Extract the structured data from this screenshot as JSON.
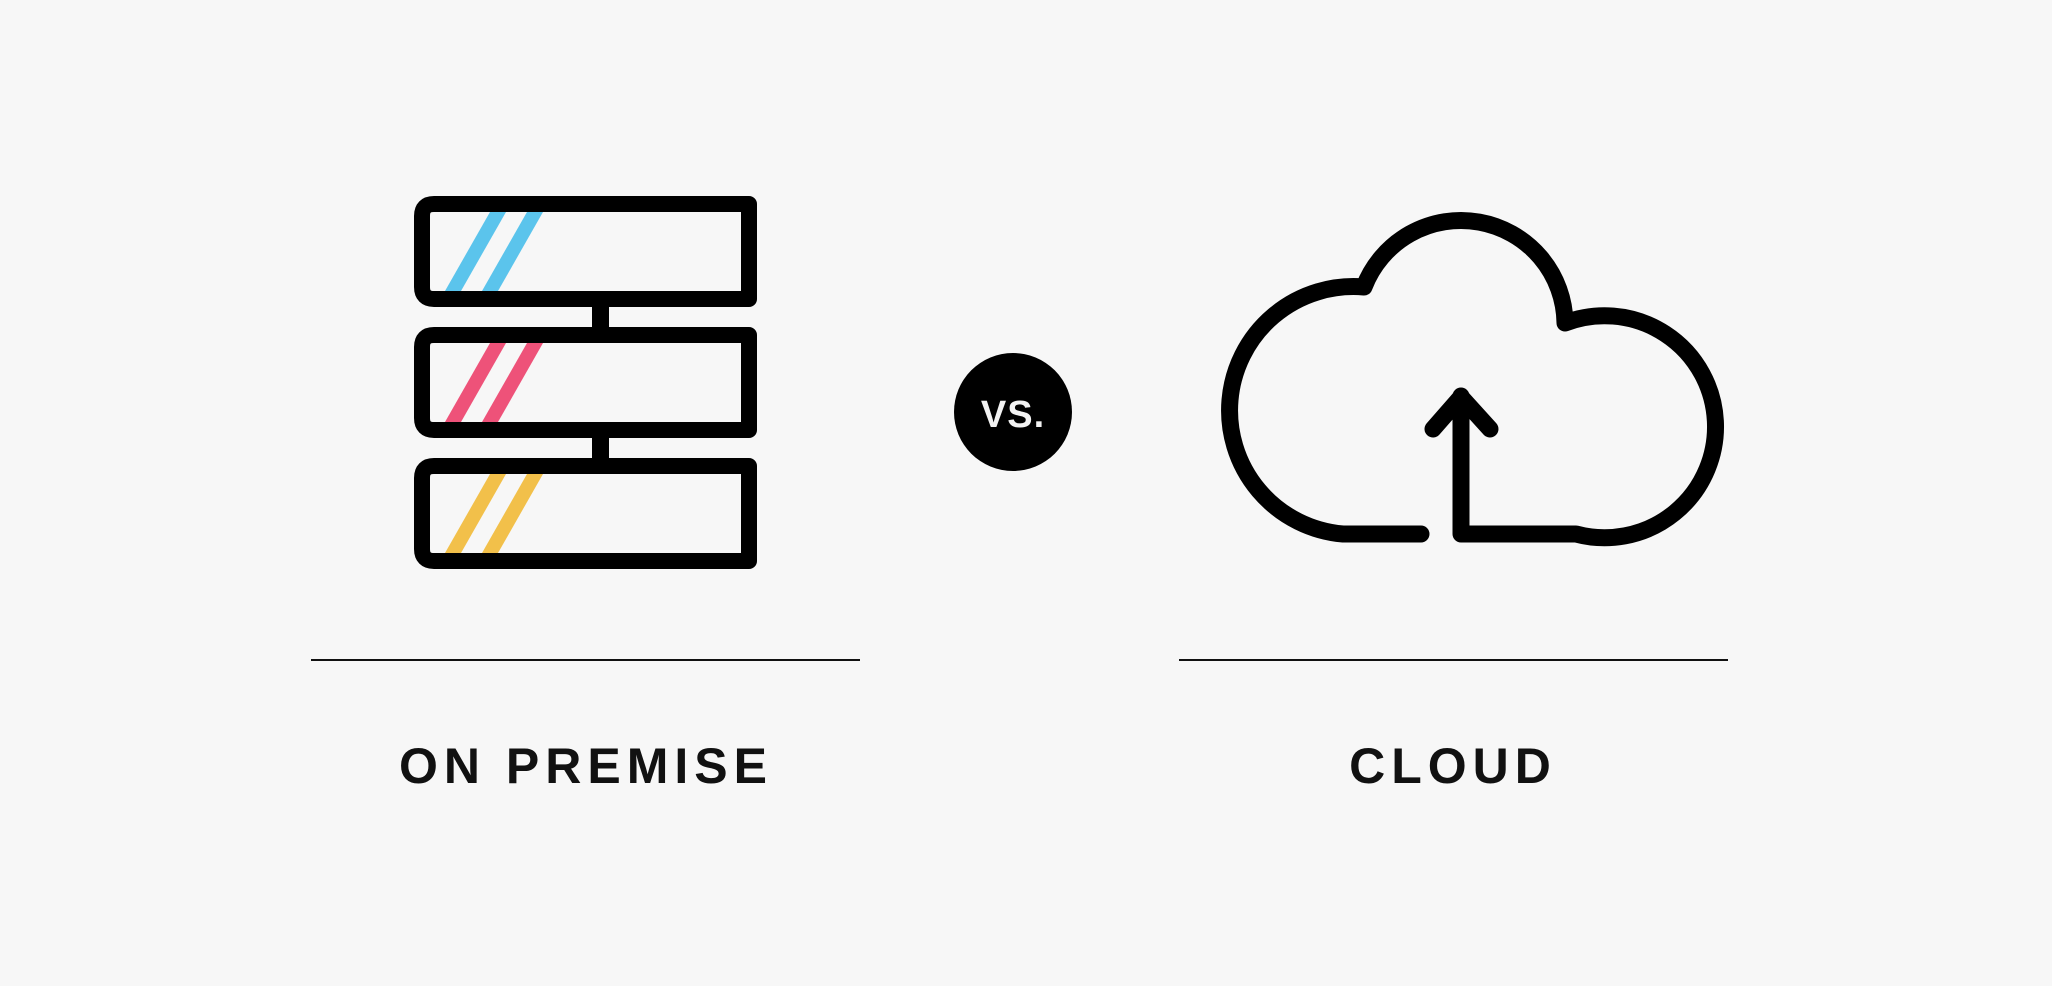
{
  "left": {
    "label": "ON PREMISE",
    "icon": "server-stack-icon",
    "stripe_colors": [
      "#5bc4ec",
      "#ee5279",
      "#f2c04a"
    ]
  },
  "vs": {
    "text": "VS."
  },
  "right": {
    "label": "CLOUD",
    "icon": "cloud-upload-icon"
  },
  "colors": {
    "background": "#f7f7f7",
    "ink": "#000000"
  }
}
